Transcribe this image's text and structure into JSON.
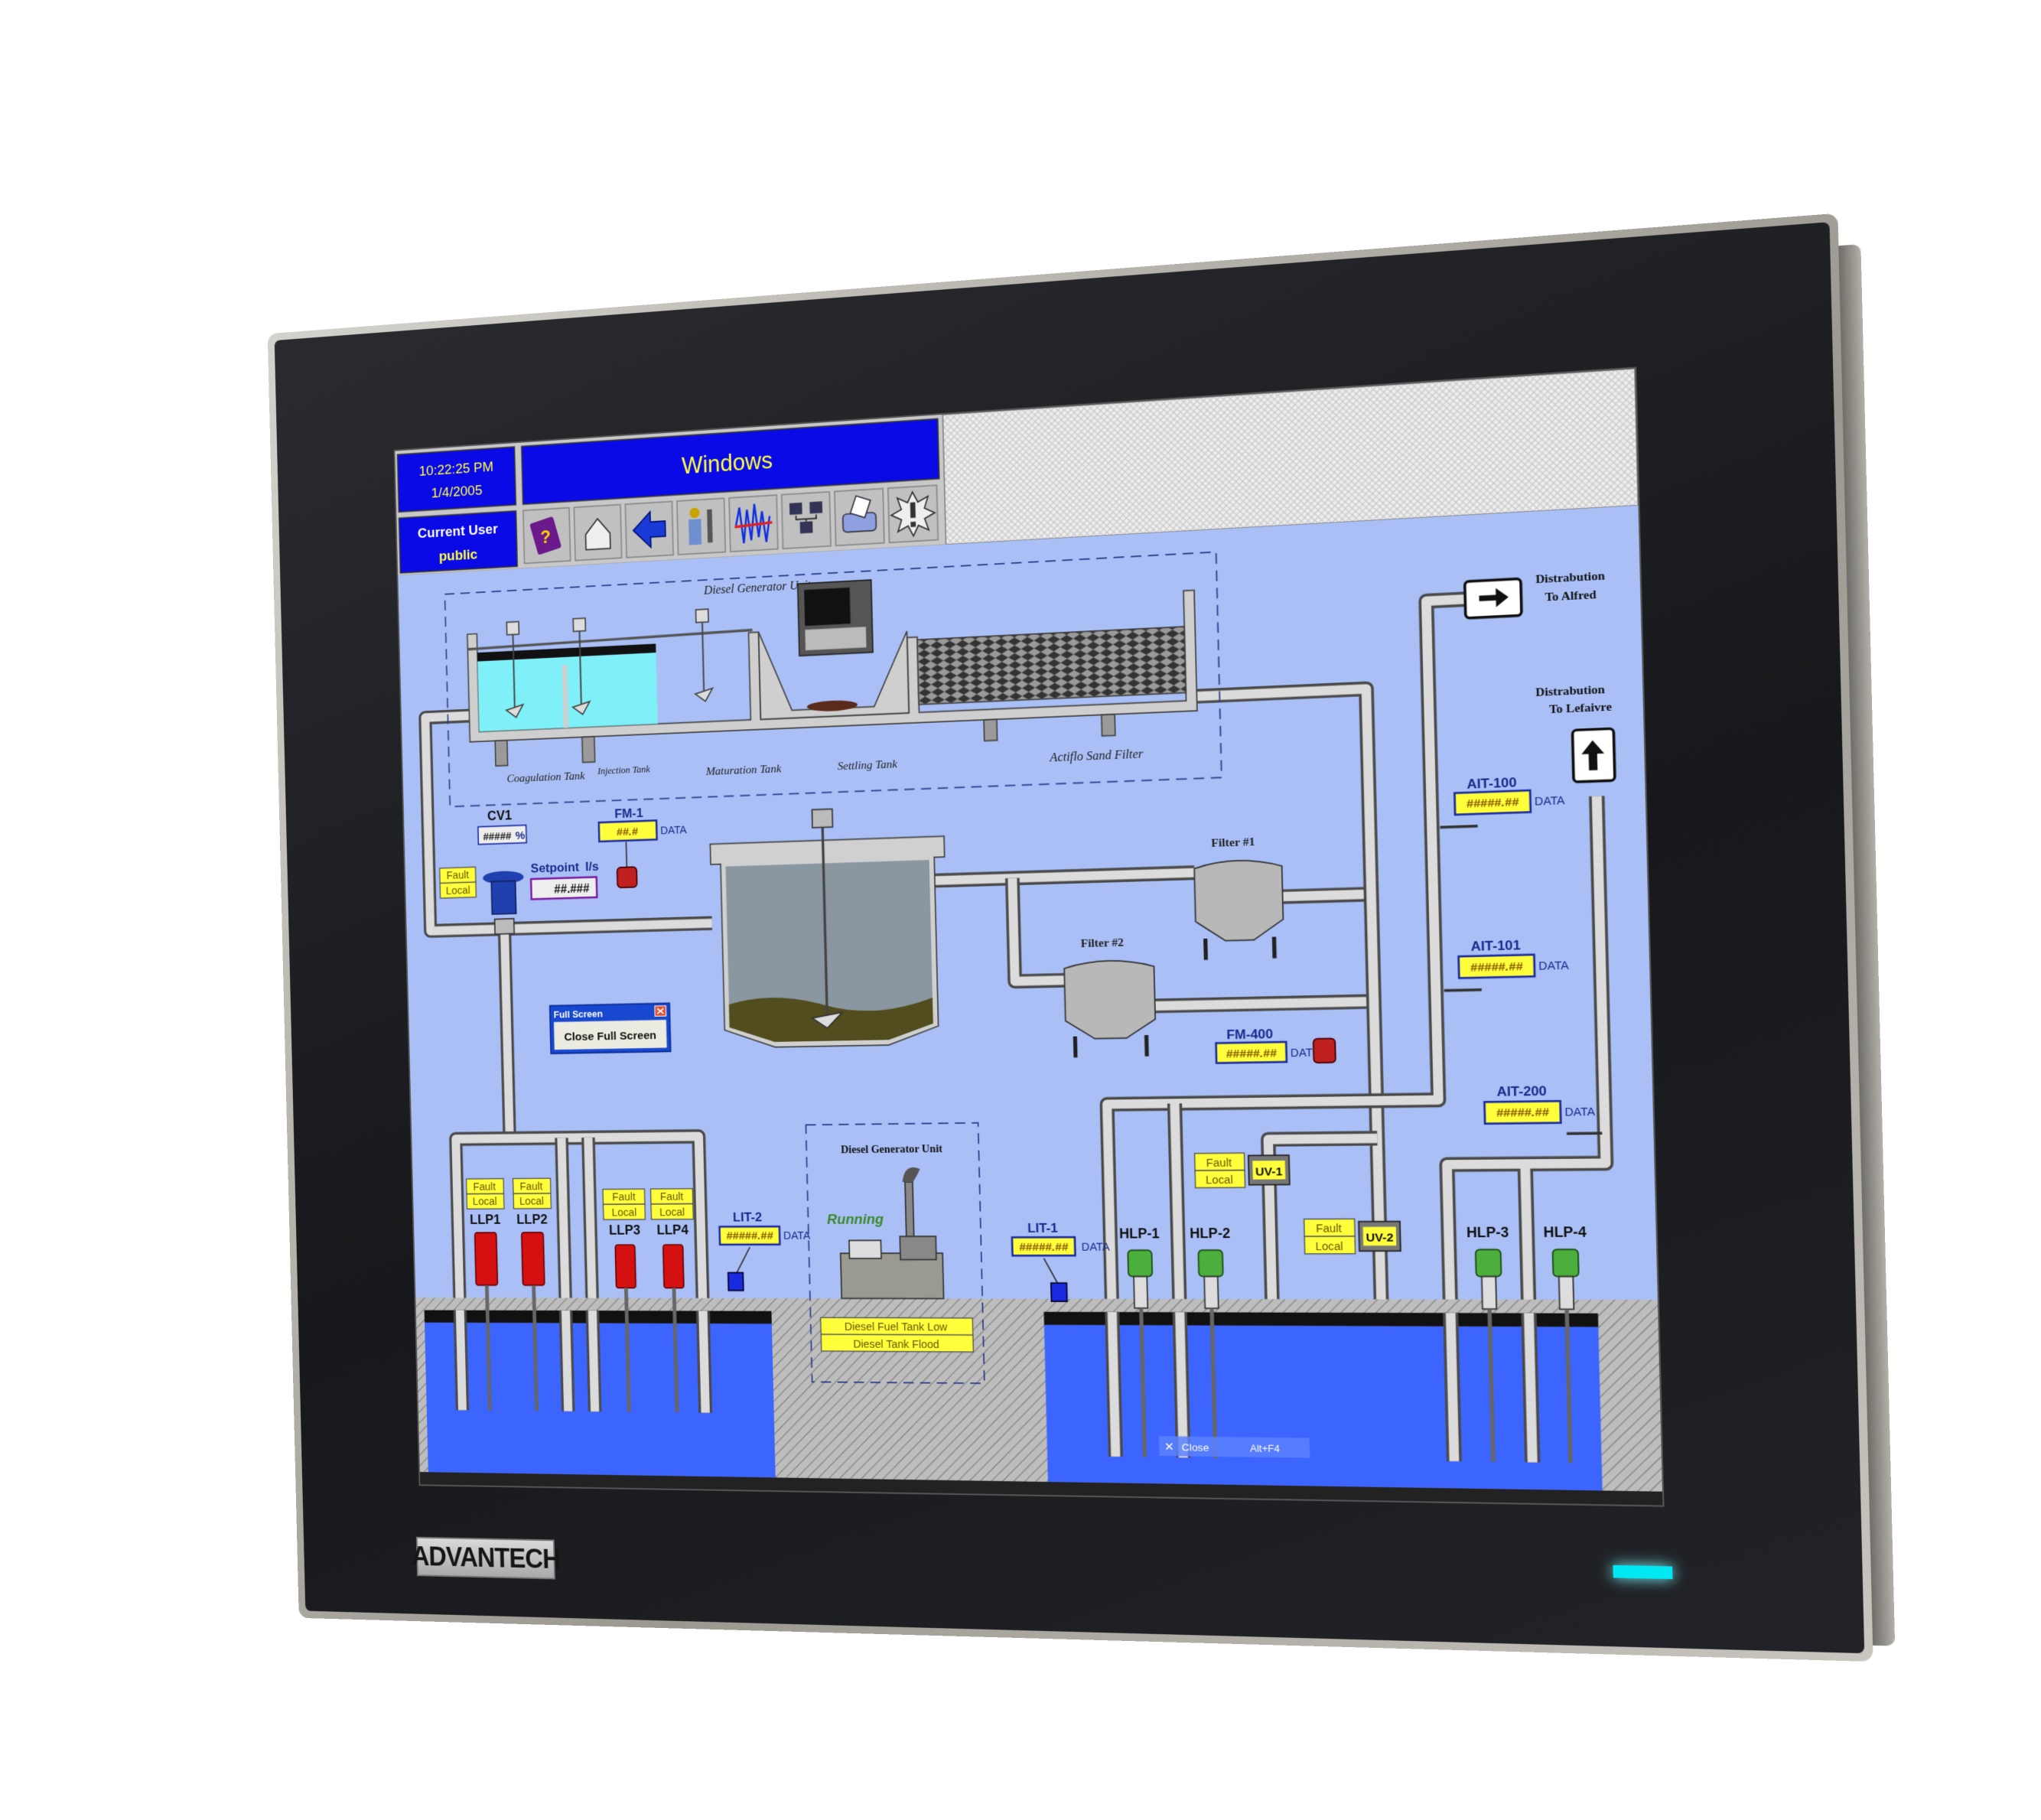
{
  "device": {
    "brand_logo": "ADVANTECH",
    "led_color": "#00e8f2",
    "bezel_color": "#1c1d20"
  },
  "header": {
    "time": "10:22:25 PM",
    "date": "1/4/2005",
    "title": "Windows",
    "user_label": "Current User",
    "user": "public"
  },
  "toolbar": {
    "buttons": [
      {
        "icon": "help-book-icon"
      },
      {
        "icon": "home-icon"
      },
      {
        "icon": "back-arrow-icon"
      },
      {
        "icon": "operator-tools-icon"
      },
      {
        "icon": "trend-icon"
      },
      {
        "icon": "network-icon"
      },
      {
        "icon": "printer-icon"
      },
      {
        "icon": "alarm-icon"
      }
    ]
  },
  "upper_unit": {
    "title": "Diesel Generator Unit",
    "tanks": [
      "Coagulation Tank",
      "Injection Tank",
      "Maturation Tank",
      "Settling Tank",
      "Actiflo Sand Filter"
    ]
  },
  "cv1": {
    "tag": "CV1",
    "value": "#####",
    "unit": "%",
    "fault": "Fault",
    "local": "Local"
  },
  "setpoint": {
    "label": "Setpoint",
    "unit": "l/s",
    "value": "##.###"
  },
  "fm1": {
    "tag": "FM-1",
    "value": "##.#",
    "suffix": "DATA"
  },
  "filters": [
    "Filter #1",
    "Filter #2"
  ],
  "fm400": {
    "tag": "FM-400",
    "value": "#####.##",
    "suffix": "DAT"
  },
  "distribution": [
    {
      "line1": "Distrabution",
      "line2": "To Alfred",
      "icon": "arrow-right-icon"
    },
    {
      "line1": "Distrabution",
      "line2": "To Lefaivre",
      "icon": "arrow-up-icon"
    }
  ],
  "analyzers": [
    {
      "tag": "AIT-100",
      "value": "#####.##",
      "suffix": "DATA"
    },
    {
      "tag": "AIT-101",
      "value": "#####.##",
      "suffix": "DATA"
    },
    {
      "tag": "AIT-200",
      "value": "#####.##",
      "suffix": "DATA"
    }
  ],
  "dialog": {
    "title": "Full Screen",
    "button": "Close Full Screen"
  },
  "low_lift_pumps": [
    {
      "tag": "LLP1",
      "fault": "Fault",
      "local": "Local"
    },
    {
      "tag": "LLP2",
      "fault": "Fault",
      "local": "Local"
    },
    {
      "tag": "LLP3",
      "fault": "Fault",
      "local": "Local"
    },
    {
      "tag": "LLP4",
      "fault": "Fault",
      "local": "Local"
    }
  ],
  "level": [
    {
      "tag": "LIT-2",
      "value": "#####.##",
      "suffix": "DATA"
    },
    {
      "tag": "LIT-1",
      "value": "#####.##",
      "suffix": "DATA"
    }
  ],
  "generator": {
    "title": "Diesel Generator Unit",
    "status": "Running",
    "alarms": [
      "Diesel Fuel Tank Low",
      "Diesel Tank Flood"
    ]
  },
  "high_lift_pumps": [
    {
      "tag": "HLP-1"
    },
    {
      "tag": "HLP-2"
    },
    {
      "tag": "HLP-3"
    },
    {
      "tag": "HLP-4"
    }
  ],
  "uv": [
    {
      "tag": "UV-1",
      "fault": "Fault",
      "local": "Local"
    },
    {
      "tag": "UV-2",
      "fault": "Fault",
      "local": "Local"
    }
  ],
  "close_hint": {
    "icon": "close-x-icon",
    "label": "Close",
    "shortcut": "Alt+F4"
  },
  "colors": {
    "header_blue": "#0a0ae6",
    "header_text": "#ffff40",
    "process_bg": "#a9bff6",
    "water": "#3c64ff",
    "alarm_yellow": "#ffff3c",
    "running_green": "#3a8a2a",
    "llp_red": "#d41010",
    "hlp_green": "#4cae3c"
  }
}
